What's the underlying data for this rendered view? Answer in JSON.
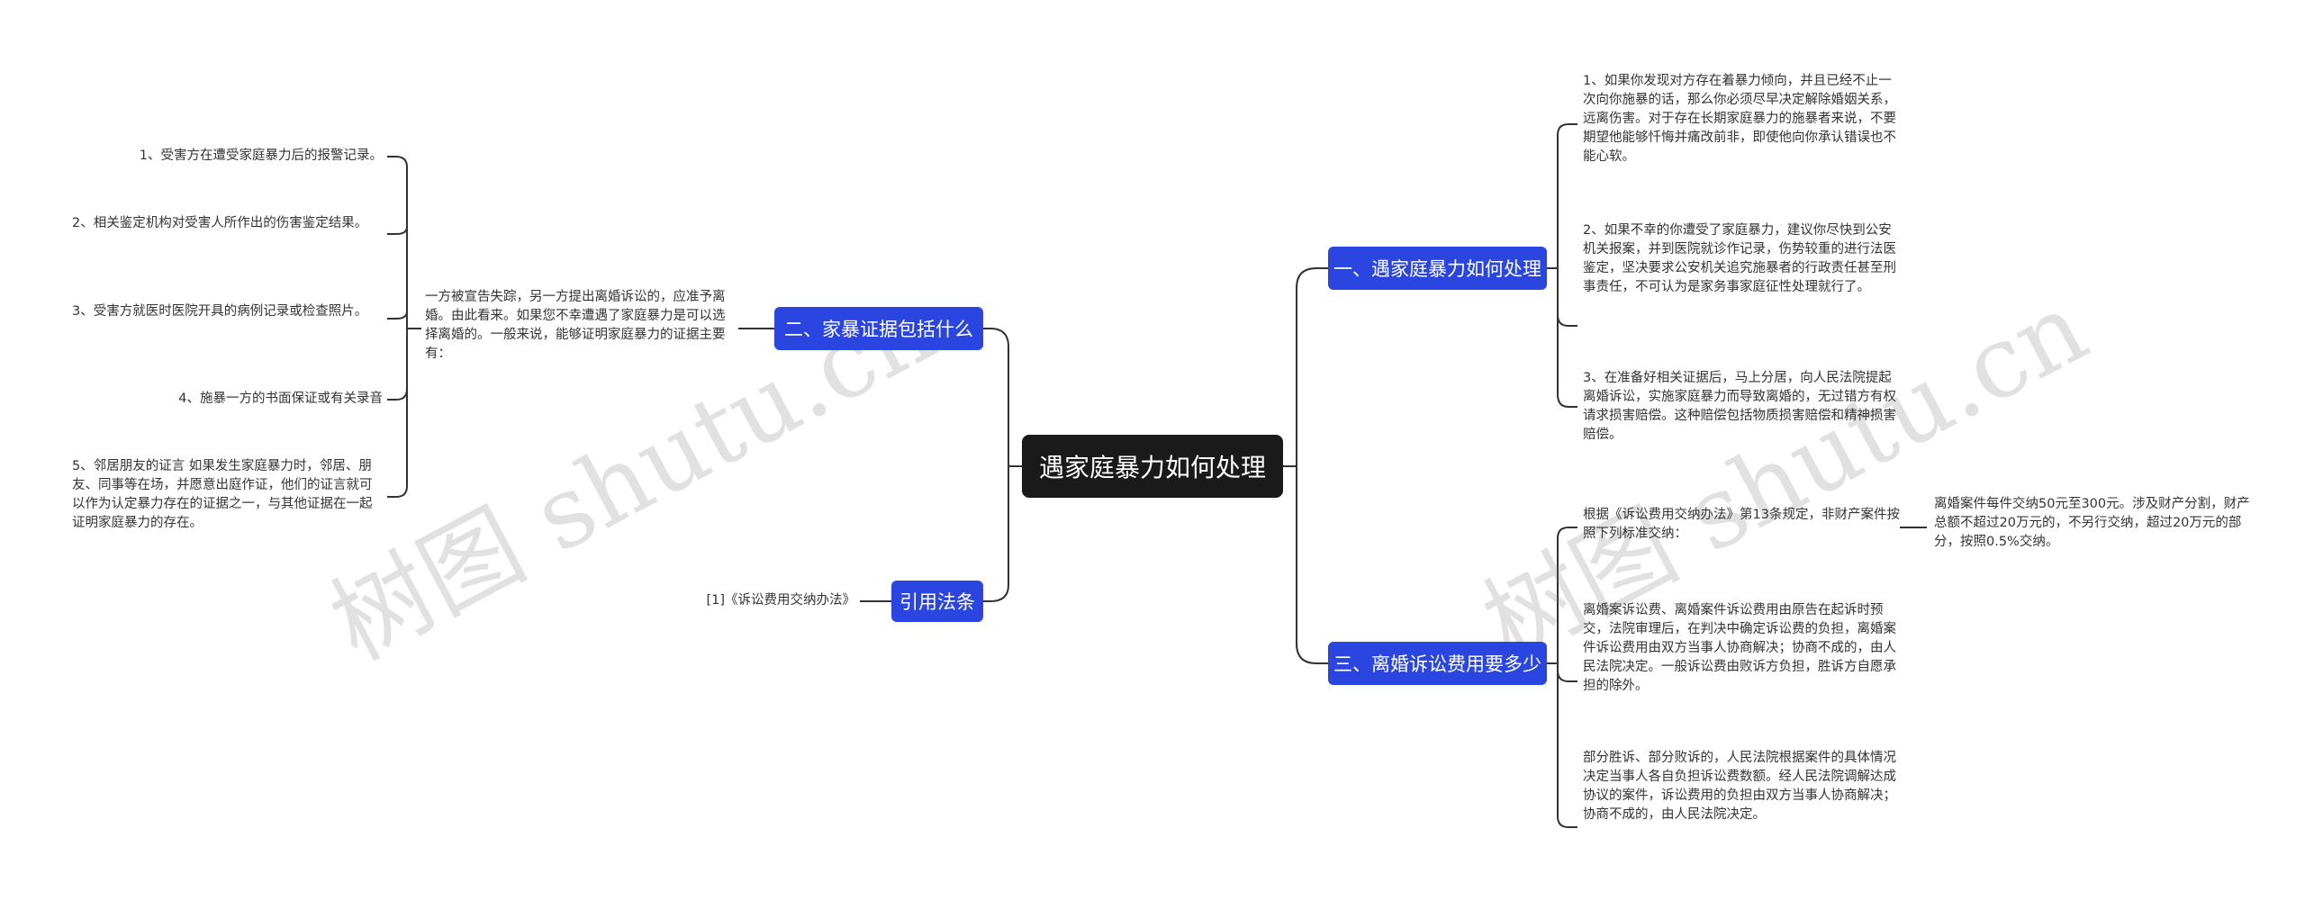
{
  "root": {
    "label": "遇家庭暴力如何处理"
  },
  "branches": {
    "b1": {
      "label": "一、遇家庭暴力如何处理"
    },
    "b2": {
      "label": "二、家暴证据包括什么"
    },
    "b3": {
      "label": "三、离婚诉讼费用要多少"
    },
    "b4": {
      "label": "引用法条"
    }
  },
  "leaves": {
    "b1_1": "1、如果你发现对方存在着暴力倾向，并且已经不止一次向你施暴的话，那么你必须尽早决定解除婚姻关系，远离伤害。对于存在长期家庭暴力的施暴者来说，不要期望他能够忏悔并痛改前非，即使他向你承认错误也不能心软。",
    "b1_2": "2、如果不幸的你遭受了家庭暴力，建议你尽快到公安机关报案，并到医院就诊作记录，伤势较重的进行法医鉴定，坚决要求公安机关追究施暴者的行政责任甚至刑事责任，不可认为是家务事家庭征性处理就行了。",
    "b1_3": "3、在准备好相关证据后，马上分居，向人民法院提起离婚诉讼，实施家庭暴力而导致离婚的，无过错方有权请求损害赔偿。这种赔偿包括物质损害赔偿和精神损害赔偿。",
    "b2_intro": "一方被宣告失踪，另一方提出离婚诉讼的，应准予离婚。由此看来。如果您不幸遭遇了家庭暴力是可以选择离婚的。一般来说，能够证明家庭暴力的证据主要有：",
    "b2_1": "1、受害方在遭受家庭暴力后的报警记录。",
    "b2_2": "2、相关鉴定机构对受害人所作出的伤害鉴定结果。",
    "b2_3": "3、受害方就医时医院开具的病例记录或检查照片。",
    "b2_4": "4、施暴一方的书面保证或有关录音",
    "b2_5": "5、邻居朋友的证言 如果发生家庭暴力时，邻居、朋友、同事等在场，并愿意出庭作证，他们的证言就可以作为认定暴力存在的证据之一，与其他证据在一起证明家庭暴力的存在。",
    "b3_1": "根据《诉讼费用交纳办法》第13条规定，非财产案件按照下列标准交纳：",
    "b3_1_1": "离婚案件每件交纳50元至300元。涉及财产分割，财产总额不超过20万元的，不另行交纳，超过20万元的部分，按照0.5%交纳。",
    "b3_2": "离婚案诉讼费、离婚案件诉讼费用由原告在起诉时预交，法院审理后，在判决中确定诉讼费的负担，离婚案件诉讼费用由双方当事人协商解决；协商不成的，由人民法院决定。一般诉讼费由败诉方负担，胜诉方自愿承担的除外。",
    "b3_3": "部分胜诉、部分败诉的，人民法院根据案件的具体情况决定当事人各自负担诉讼费数额。经人民法院调解达成协议的案件，诉讼费用的负担由双方当事人协商解决；协商不成的，由人民法院决定。",
    "b4_1": "[1]《诉讼费用交纳办法》"
  },
  "watermarks": [
    "树图 shutu.cn",
    "树图 shutu.cn"
  ],
  "colors": {
    "root_bg": "#1a1a1a",
    "branch_bg": "#2a45e0",
    "line": "#333333",
    "text": "#333333"
  }
}
